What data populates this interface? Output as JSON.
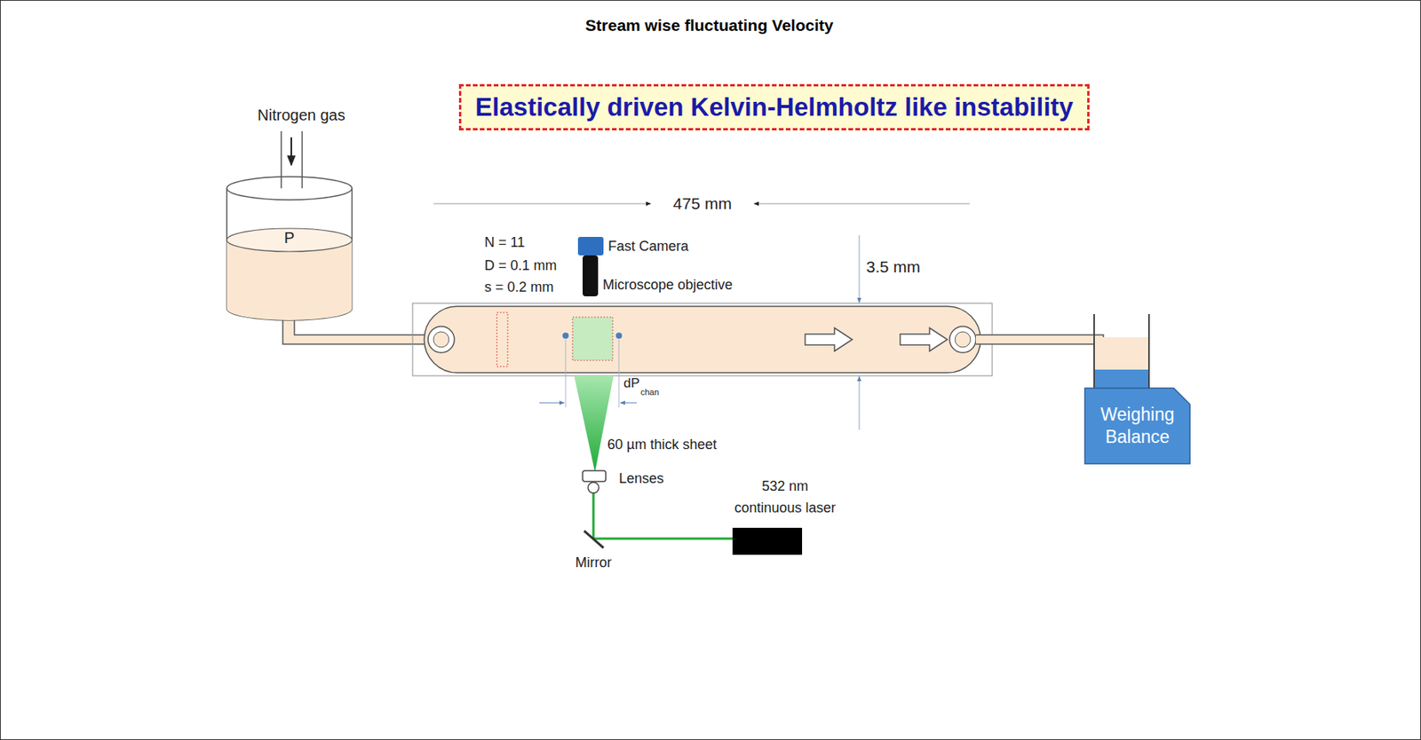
{
  "diagram": {
    "title": "Stream wise fluctuating Velocity",
    "nodes": [
      {
        "text": [
          "Elastically driven Kelvin-Helmholtz like instability"
        ]
      },
      {
        "text": [
          "P"
        ]
      },
      {
        "text": [
          "Weighing Balance"
        ]
      }
    ],
    "labels": [
      "Nitrogen gas",
      "475 mm",
      "N = 11",
      "D = 0.1 mm",
      "s = 0.2 mm",
      "Fast Camera",
      "Microscope objective",
      "3.5 mm",
      "dP",
      "chan",
      "60 µm thick sheet",
      "Lenses",
      "532 nm continuous laser",
      "Mirror"
    ]
  }
}
